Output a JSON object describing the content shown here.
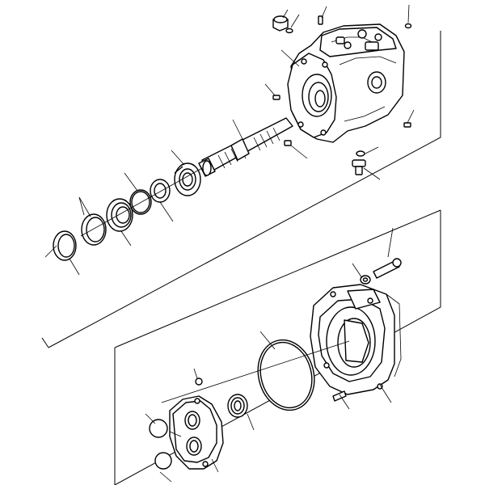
{
  "diagram": {
    "type": "exploded-parts-view",
    "line_color": "#000000",
    "background": "#ffffff",
    "assemblies": [
      "upper-pump-shaft-assembly",
      "lower-cover-valve-plate-assembly"
    ]
  }
}
